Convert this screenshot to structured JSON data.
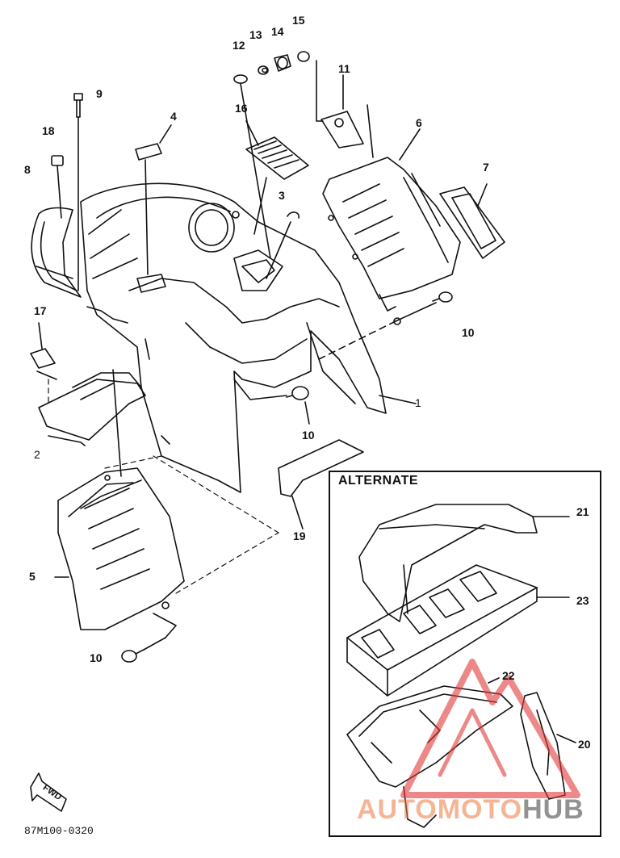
{
  "alternate": {
    "title": "ALTERNATE"
  },
  "callouts": {
    "c1": "1",
    "c2": "2",
    "c3": "3",
    "c4": "4",
    "c5": "5",
    "c6": "6",
    "c7": "7",
    "c8": "8",
    "c9": "9",
    "c10a": "10",
    "c10b": "10",
    "c10c": "10",
    "c11": "11",
    "c12": "12",
    "c13": "13",
    "c14": "14",
    "c15": "15",
    "c16": "16",
    "c17": "17",
    "c18": "18",
    "c19": "19",
    "c20": "20",
    "c21": "21",
    "c22": "22",
    "c23": "23"
  },
  "fwd_marker": "FWD",
  "catalog_code": "87M100-0320",
  "watermark": {
    "part1": "AUTOMOTO",
    "part2": "HUB"
  },
  "colors": {
    "line": "#111111",
    "watermark_red": "#e23a3a",
    "watermark_orange": "#ee8a3c",
    "watermark_grey": "#7a7a7a"
  }
}
